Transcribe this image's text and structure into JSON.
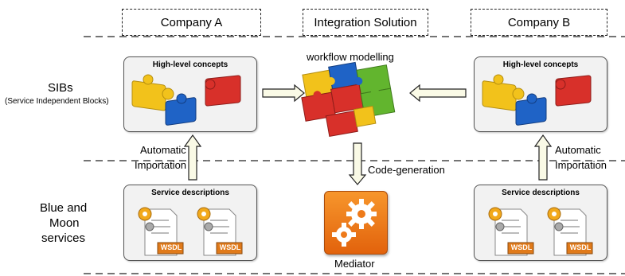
{
  "headers": {
    "company_a": "Company A",
    "integration": "Integration Solution",
    "company_b": "Company B"
  },
  "rows": {
    "sibs_title": "SIBs",
    "sibs_subtitle": "(Service Independent Blocks)",
    "services_line1": "Blue and",
    "services_line2": "Moon",
    "services_line3": "services"
  },
  "cards": {
    "concepts_left": "High-level concepts",
    "concepts_right": "High-level concepts",
    "services_left": "Service descriptions",
    "services_right": "Service descriptions"
  },
  "labels": {
    "workflow": "workflow modelling",
    "auto_left_1": "Automatic",
    "auto_left_2": "Importation",
    "auto_right_1": "Automatic",
    "auto_right_2": "Importation",
    "codegen": "Code-generation",
    "mediator": "Mediator",
    "wsdl": "WSDL"
  },
  "colors": {
    "puzzle_yellow": "#f2c21b",
    "puzzle_red": "#d8302a",
    "puzzle_blue": "#1f63c6",
    "puzzle_green": "#62b52e",
    "mediator_orange": "#f07a1a",
    "arrow_fill": "#fafae6"
  },
  "icons": [
    "puzzle-icon",
    "wsdl-document-icon",
    "gears-icon",
    "arrow-icon"
  ]
}
